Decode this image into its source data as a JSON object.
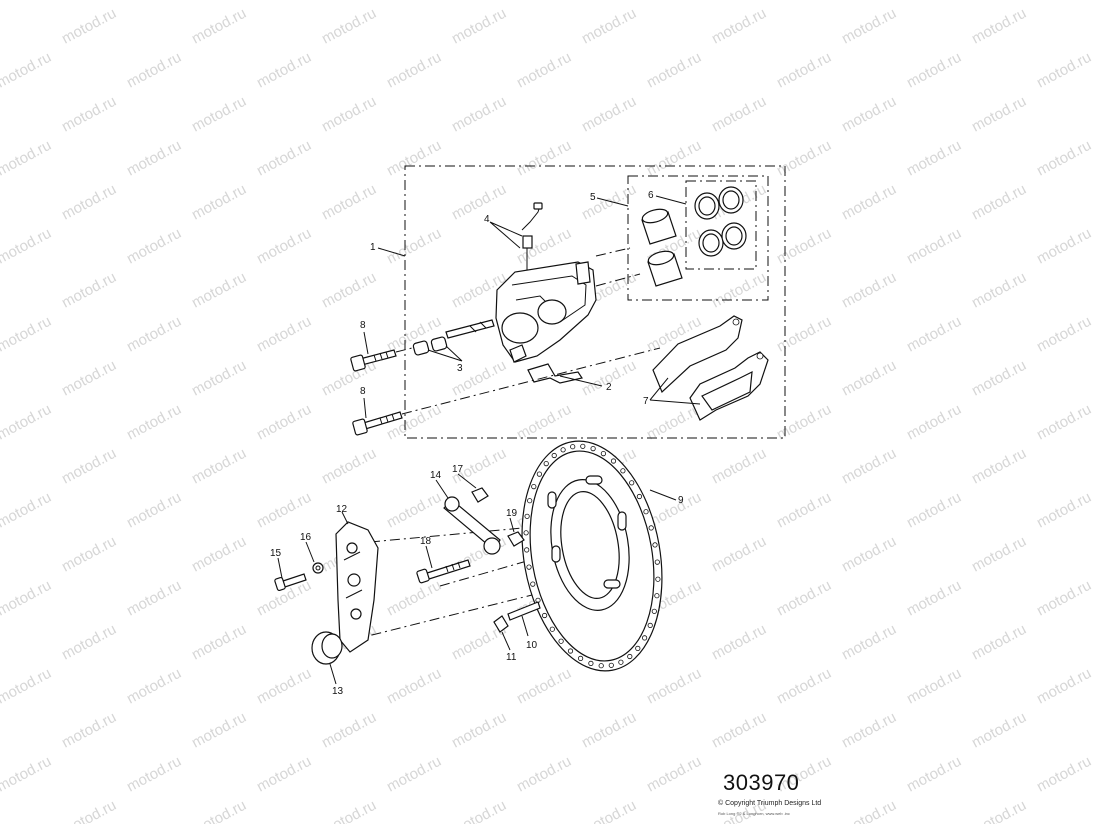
{
  "watermark": {
    "text": "motod.ru"
  },
  "drawing": {
    "number": "303970",
    "copyright": "© Copyright Triumph Designs Ltd",
    "fine_print": "Rob Long ®2 & Longhorn, www.web .inc"
  },
  "callouts": [
    "1",
    "2",
    "3",
    "4",
    "5",
    "6",
    "7",
    "8",
    "8",
    "9",
    "10",
    "11",
    "12",
    "13",
    "14",
    "15",
    "16",
    "17",
    "18",
    "19"
  ],
  "parts": [
    {
      "ref": "1",
      "name": "caliper-assembly"
    },
    {
      "ref": "2",
      "name": "pad-retaining-spring"
    },
    {
      "ref": "3",
      "name": "slider-pins"
    },
    {
      "ref": "4",
      "name": "bleed-nipple"
    },
    {
      "ref": "5",
      "name": "pistons"
    },
    {
      "ref": "6",
      "name": "seal-kit"
    },
    {
      "ref": "7",
      "name": "brake-pads"
    },
    {
      "ref": "8",
      "name": "mounting-bolts"
    },
    {
      "ref": "9",
      "name": "brake-disc"
    },
    {
      "ref": "10",
      "name": "disc-bolt"
    },
    {
      "ref": "11",
      "name": "spacer-cap"
    },
    {
      "ref": "12",
      "name": "caliper-carrier"
    },
    {
      "ref": "13",
      "name": "carrier-bush"
    },
    {
      "ref": "14",
      "name": "torque-arm"
    },
    {
      "ref": "15",
      "name": "bolt"
    },
    {
      "ref": "16",
      "name": "washer"
    },
    {
      "ref": "17",
      "name": "nut"
    },
    {
      "ref": "18",
      "name": "bolt"
    },
    {
      "ref": "19",
      "name": "nut"
    }
  ]
}
